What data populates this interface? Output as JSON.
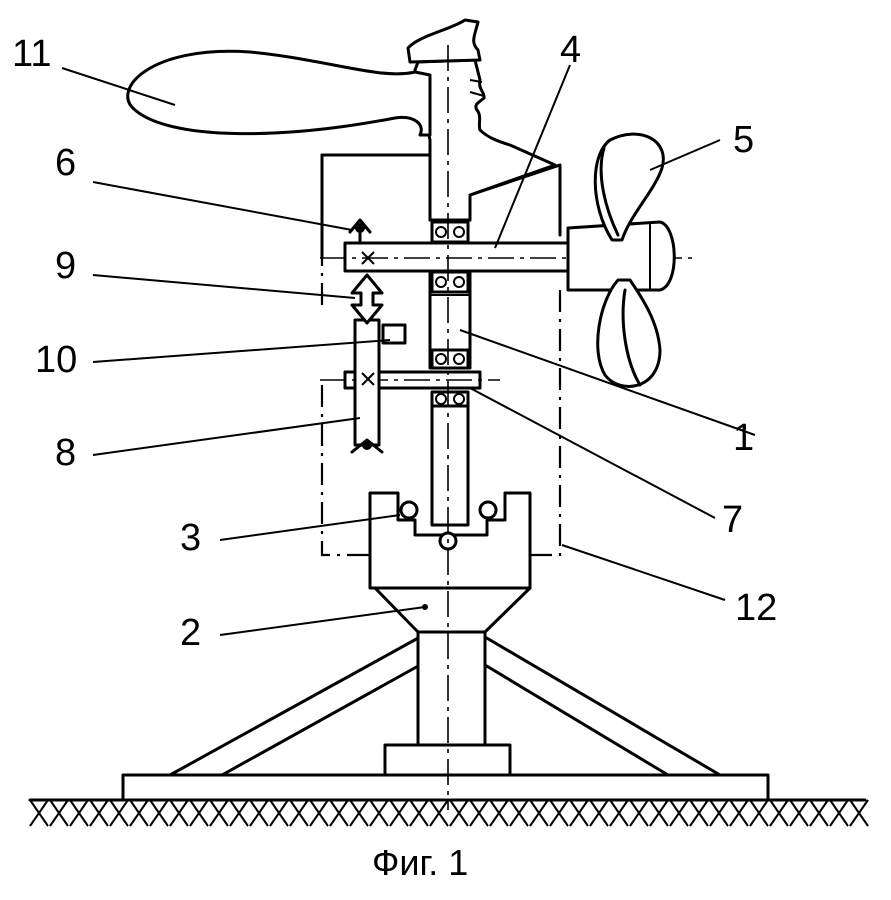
{
  "figure": {
    "caption": "Фиг. 1",
    "labels": [
      {
        "id": "l11",
        "text": "11"
      },
      {
        "id": "l4",
        "text": "4"
      },
      {
        "id": "l5",
        "text": "5"
      },
      {
        "id": "l6",
        "text": "6"
      },
      {
        "id": "l9",
        "text": "9"
      },
      {
        "id": "l10",
        "text": "10"
      },
      {
        "id": "l1",
        "text": "1"
      },
      {
        "id": "l8",
        "text": "8"
      },
      {
        "id": "l7",
        "text": "7"
      },
      {
        "id": "l3",
        "text": "3"
      },
      {
        "id": "l12",
        "text": "12"
      },
      {
        "id": "l2",
        "text": "2"
      }
    ]
  }
}
